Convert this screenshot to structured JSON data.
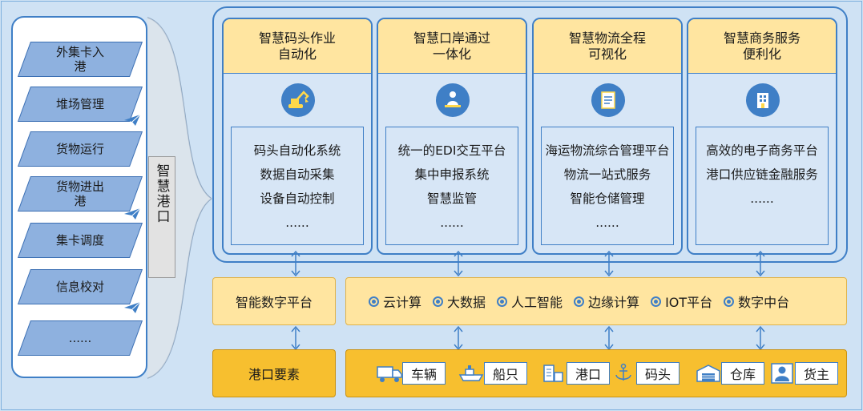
{
  "left_panel": {
    "items": [
      {
        "label": "外集卡入\n港"
      },
      {
        "label": "堆场管理"
      },
      {
        "label": "货物运行"
      },
      {
        "label": "货物进出\n港"
      },
      {
        "label": "集卡调度"
      },
      {
        "label": "信息校对"
      },
      {
        "label": "......"
      }
    ]
  },
  "center_label": "智慧港口",
  "columns": [
    {
      "title": "智慧码头作业\n自动化",
      "icon": "excavator-icon",
      "items": [
        "码头自动化系统",
        "数据自动采集",
        "设备自动控制",
        "......"
      ]
    },
    {
      "title": "智慧口岸通过\n一体化",
      "icon": "worker-desk-icon",
      "items": [
        "统一的EDI交互平台",
        "集中申报系统",
        "智慧监管",
        "......"
      ]
    },
    {
      "title": "智慧物流全程\n可视化",
      "icon": "document-icon",
      "items": [
        "海运物流综合管理平台",
        "物流一站式服务",
        "智能仓储管理",
        "......"
      ]
    },
    {
      "title": "智慧商务服务\n便利化",
      "icon": "building-icon",
      "items": [
        "高效的电子商务平台",
        "港口供应链金融服务",
        "......"
      ]
    }
  ],
  "platform_label": "智能数字平台",
  "tech_items": [
    "云计算",
    "大数据",
    "人工智能",
    "边缘计算",
    "IOT平台",
    "数字中台"
  ],
  "elements_label": "港口要素",
  "elements": [
    {
      "label": "车辆",
      "icon": "truck-icon"
    },
    {
      "label": "船只",
      "icon": "ship-icon"
    },
    {
      "label": "港口",
      "icon": "port-building-icon"
    },
    {
      "label": "码头",
      "icon": "anchor-icon"
    },
    {
      "label": "仓库",
      "icon": "warehouse-icon"
    },
    {
      "label": "货主",
      "icon": "person-icon"
    }
  ],
  "colors": {
    "blue": "#3f7fc6",
    "header_yellow": "#ffe5a0",
    "orange": "#f7bf2f",
    "background": "#cfe2f4"
  }
}
